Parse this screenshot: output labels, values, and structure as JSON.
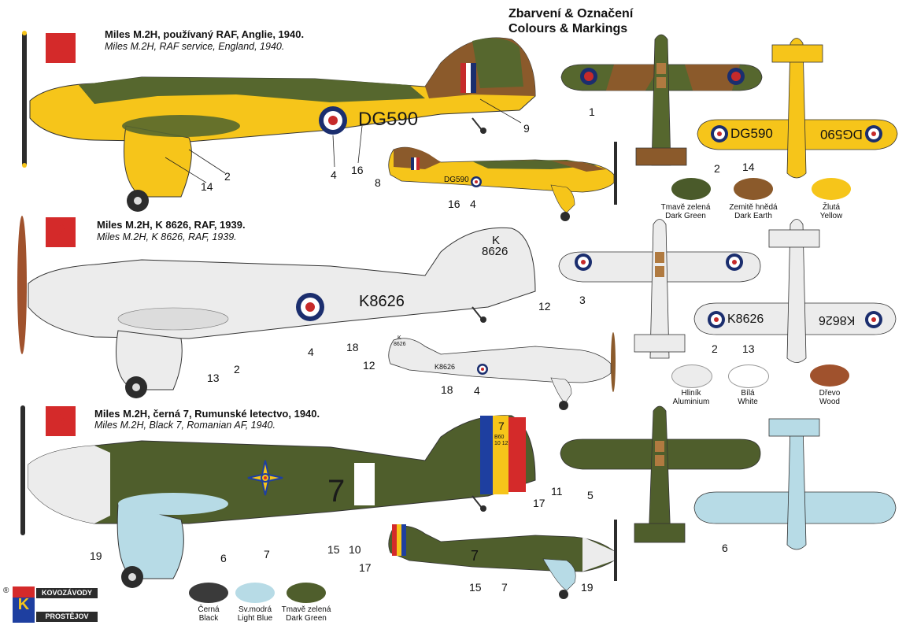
{
  "header": {
    "title_cz": "Zbarvení & Označení",
    "title_en": "Colours & Markings"
  },
  "schemes": [
    {
      "number": "1",
      "title_cz": "Miles M.2H, používaný RAF, Anglie, 1940.",
      "title_en": "Miles M.2H, RAF service, England, 1940.",
      "serials": {
        "fuselage": "DG590",
        "fuselage_small": "DG590",
        "wing_left": "DG590",
        "wing_right": "DG590"
      }
    },
    {
      "number": "2",
      "title_cz": "Miles M.2H, K 8626, RAF, 1939.",
      "title_en": "Miles M.2H, K 8626, RAF, 1939.",
      "serials": {
        "fuselage": "K8626",
        "fin_top": "K",
        "fin_bottom": "8626",
        "fuselage_small": "K8626",
        "fin_small_top": "K",
        "fin_small_bottom": "8626",
        "wing_left": "K8626",
        "wing_right": "K8626"
      }
    },
    {
      "number": "3",
      "title_cz": "Miles M.2H, černá 7, Rumunské letectvo, 1940.",
      "title_en": "Miles M.2H, Black 7, Romanian AF, 1940.",
      "serials": {
        "fuselage": "7",
        "fuselage_small": "7",
        "rudder_number": "7",
        "rudder_code": "B60 10 12"
      }
    }
  ],
  "callouts": {
    "s1": [
      "1",
      "2",
      "4",
      "9",
      "14",
      "16",
      "8",
      "16",
      "4",
      "2",
      "14"
    ],
    "s2": [
      "3",
      "4",
      "13",
      "2",
      "18",
      "12",
      "12",
      "18",
      "4",
      "2",
      "13"
    ],
    "s3": [
      "19",
      "6",
      "7",
      "15",
      "17",
      "11",
      "10",
      "17",
      "15",
      "7",
      "19",
      "5",
      "6"
    ]
  },
  "swatches": [
    {
      "cz": "Tmavě zelená",
      "en": "Dark Green",
      "color": "#4a5a2a"
    },
    {
      "cz": "Zemitě hnědá",
      "en": "Dark Earth",
      "color": "#8b5a2b"
    },
    {
      "cz": "Žlutá",
      "en": "Yellow",
      "color": "#f6c51a"
    },
    {
      "cz": "Hliník",
      "en": "Aluminium",
      "color": "#ececec"
    },
    {
      "cz": "Bílá",
      "en": "White",
      "color": "#ffffff"
    },
    {
      "cz": "Dřevo",
      "en": "Wood",
      "color": "#a0522d"
    },
    {
      "cz": "Černá",
      "en": "Black",
      "color": "#3a3a3a"
    },
    {
      "cz": "Sv.modrá",
      "en": "Light Blue",
      "color": "#b7dbe6"
    },
    {
      "cz": "Tmavě zelená",
      "en": "Dark Green",
      "color": "#4f5e2c"
    }
  ],
  "logo": {
    "line1": "KOVOZÁVODY",
    "line2": "PROSTĚJOV",
    "mark": "K",
    "copyright": "®"
  }
}
